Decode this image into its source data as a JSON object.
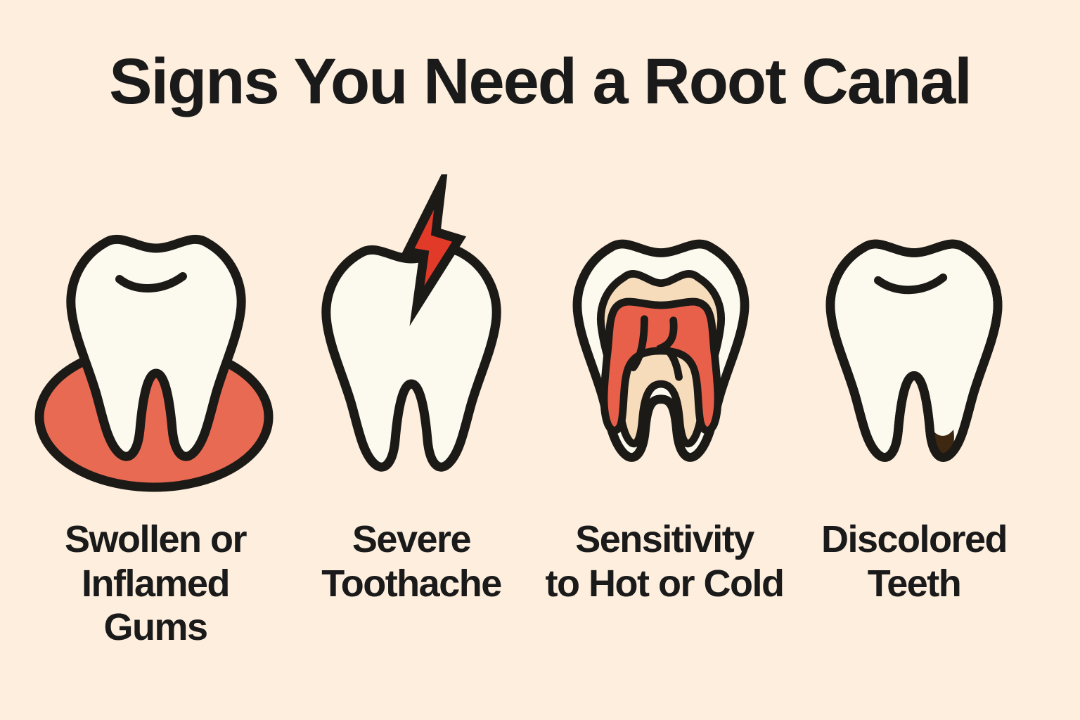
{
  "title": "Signs You Need a Root Canal",
  "colors": {
    "background": "#fdeedd",
    "text": "#1a1a1a",
    "outline": "#1c1a17",
    "tooth": "#fcf9ee",
    "gum": "#e96a52",
    "bolt": "#e23a28",
    "dentin": "#f6dcba",
    "pulp": "#e8604a",
    "discoloration": "#3f2812"
  },
  "signs": [
    {
      "icon": "swollen-gums-tooth-icon",
      "label": "Swollen or Inflamed Gums",
      "lines": [
        "Swollen or",
        "Inflamed",
        "Gums"
      ]
    },
    {
      "icon": "lightning-tooth-icon",
      "label": "Severe Toothache",
      "lines": [
        "Severe",
        "Toothache"
      ]
    },
    {
      "icon": "cross-section-tooth-icon",
      "label": "Sensitivity to Hot or Cold",
      "lines": [
        "Sensitivity",
        "to Hot or Cold"
      ]
    },
    {
      "icon": "discolored-tooth-icon",
      "label": "Discolored Teeth",
      "lines": [
        "Discolored",
        "Teeth"
      ]
    }
  ]
}
